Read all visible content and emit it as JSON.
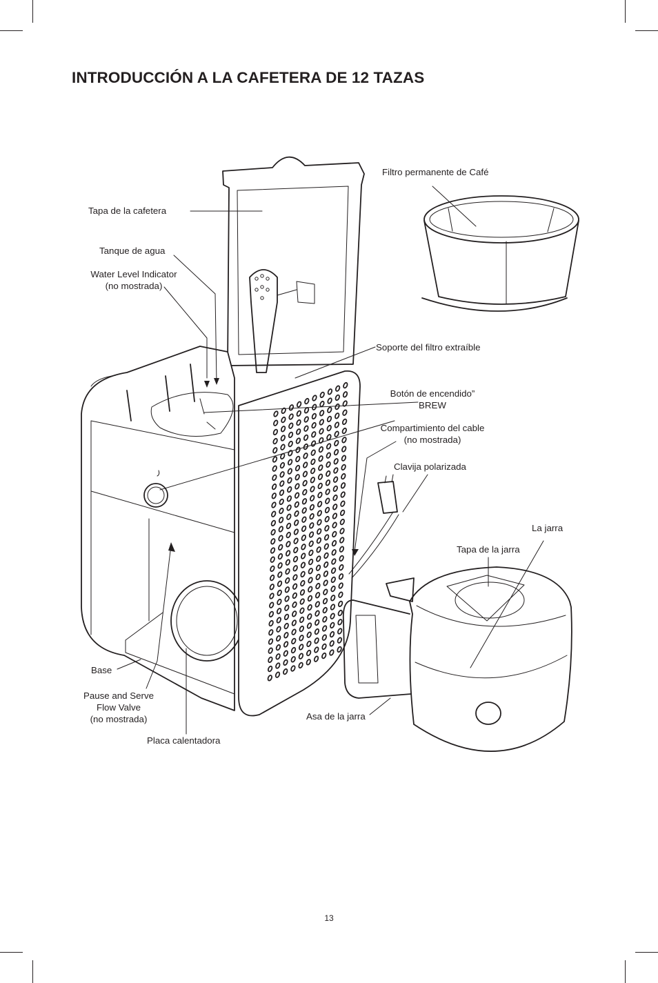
{
  "title": "INTRODUCCIÓN A LA CAFETERA DE 12 TAZAS",
  "labels": {
    "filtro": "Filtro permanente de Café",
    "tapa_cafetera": "Tapa de la cafetera",
    "tanque": "Tanque de agua",
    "water_level_1": "Water Level Indicator",
    "water_level_2": "(no mostrada)",
    "soporte": "Soporte del filtro extraíble",
    "boton_1": "Botón de encendido”",
    "boton_2": "BREW",
    "cable_1": "Compartimiento del cable",
    "cable_2": "(no mostrada)",
    "clavija": "Clavija polarizada",
    "jarra": "La jarra",
    "tapa_jarra": "Tapa de la jarra",
    "base": "Base",
    "pause_1": "Pause and Serve",
    "pause_2": "Flow Valve",
    "pause_3": "(no mostrada)",
    "asa": "Asa de la jarra",
    "placa": "Placa calentadora"
  },
  "page_number": "13"
}
